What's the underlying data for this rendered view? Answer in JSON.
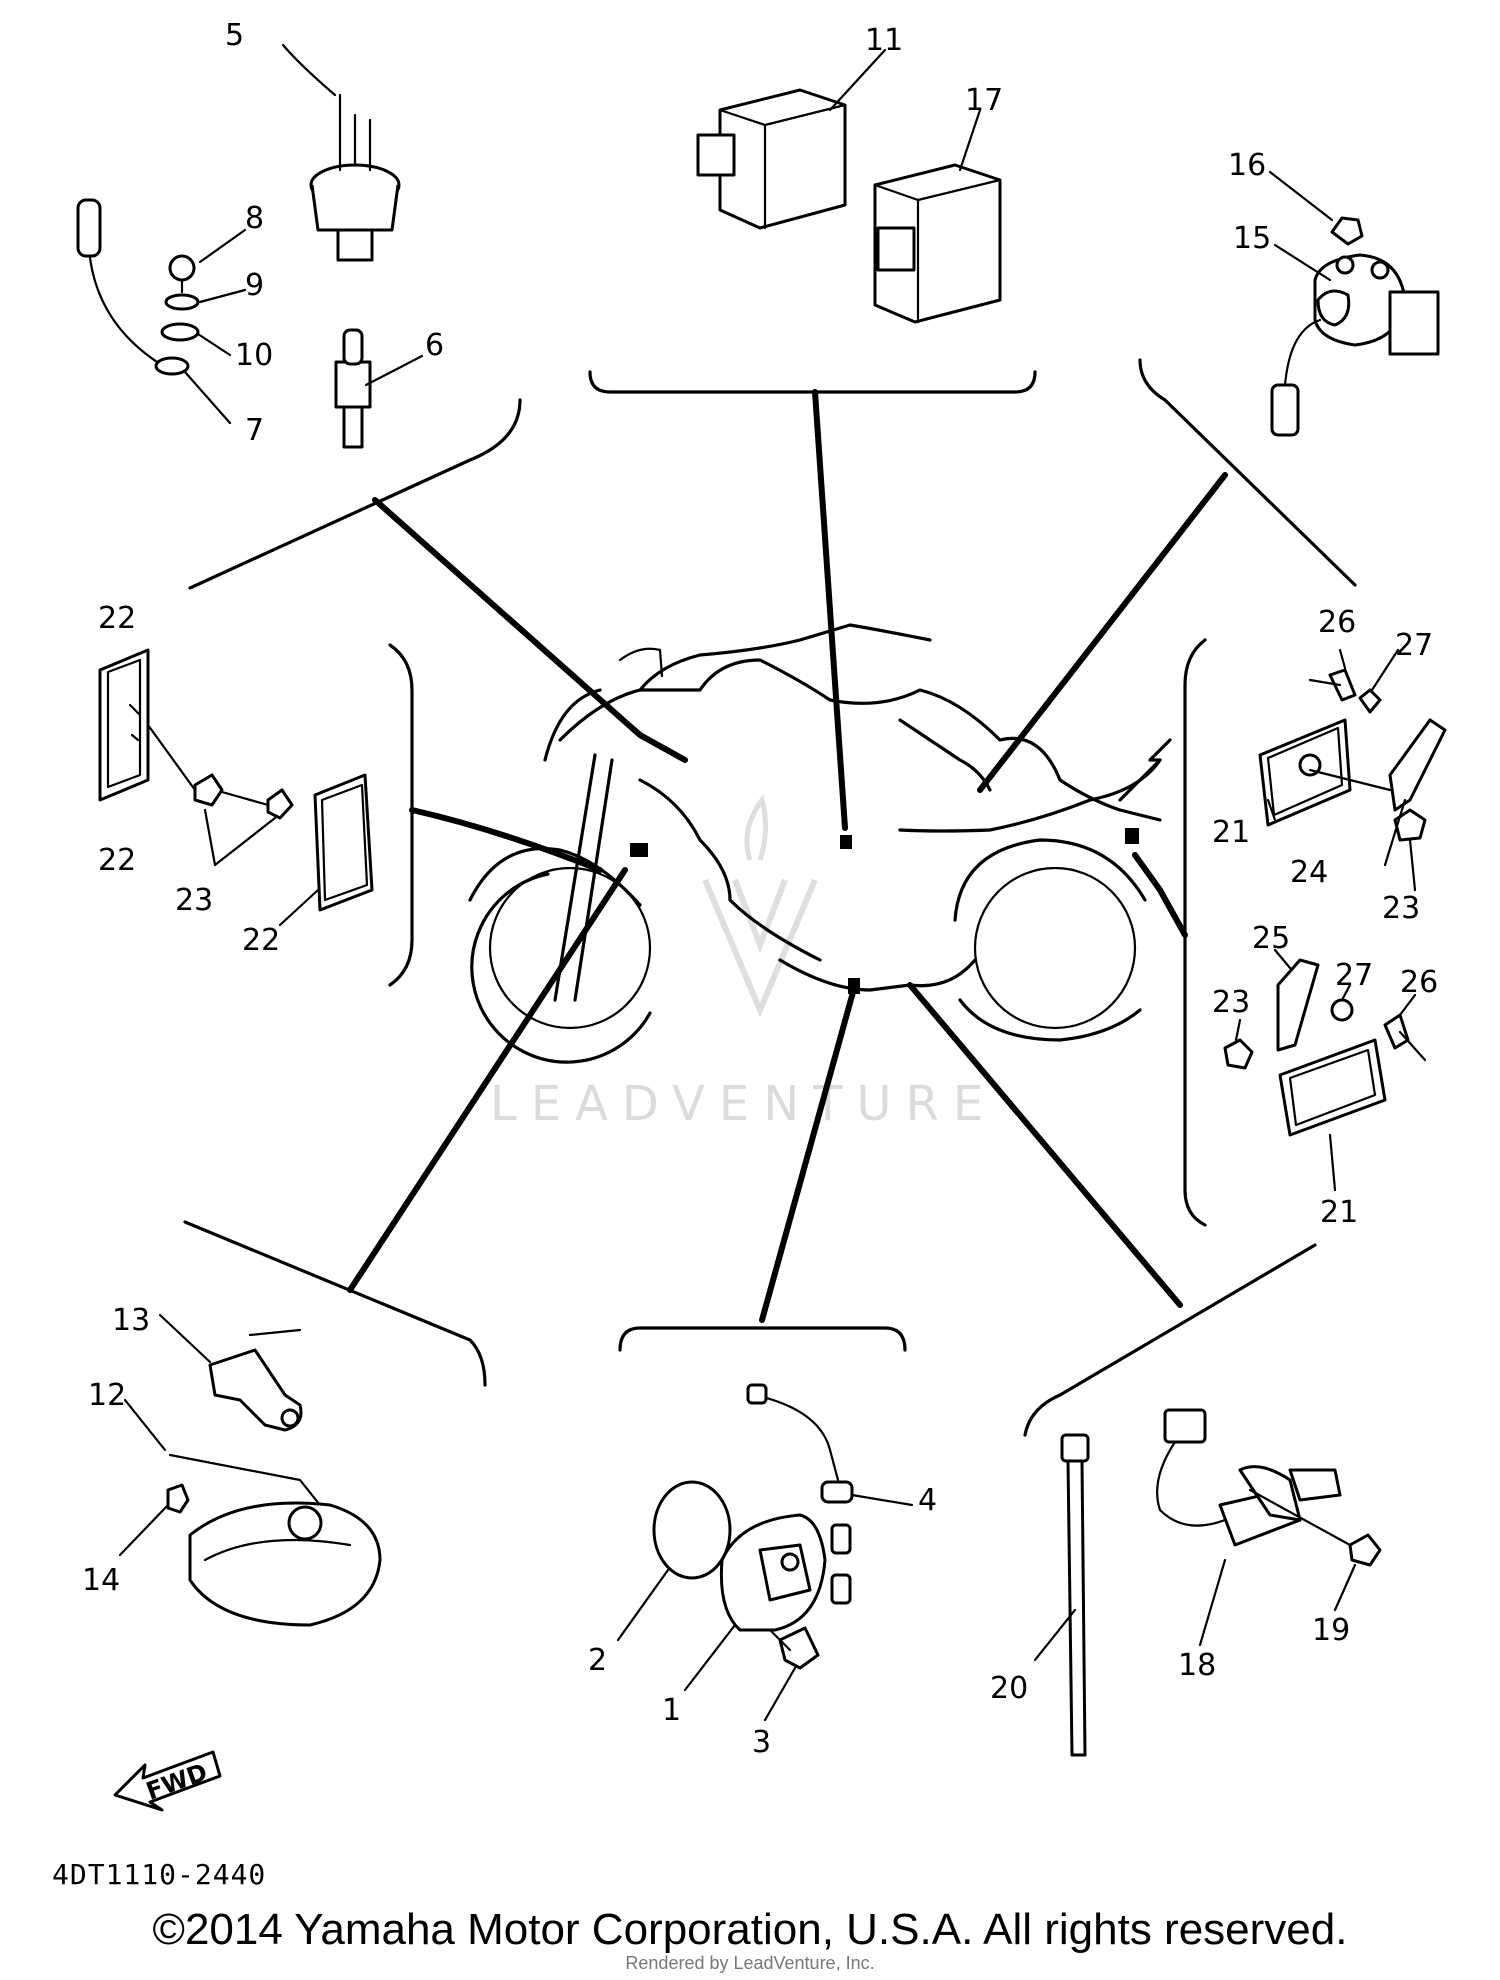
{
  "diagram": {
    "callouts": [
      "1",
      "2",
      "3",
      "4",
      "5",
      "6",
      "7",
      "8",
      "9",
      "10",
      "11",
      "12",
      "13",
      "14",
      "15",
      "16",
      "17",
      "18",
      "19",
      "20",
      "21",
      "22",
      "23",
      "24",
      "25",
      "26",
      "27"
    ],
    "fwd_label": "FWD",
    "watermark": "LEADVENTURE",
    "drawing_code": "4DT1110-2440"
  },
  "footer": {
    "copyright": "©2014 Yamaha Motor Corporation, U.S.A. All rights reserved.",
    "rendered_by": "Rendered by LeadVenture, Inc."
  }
}
